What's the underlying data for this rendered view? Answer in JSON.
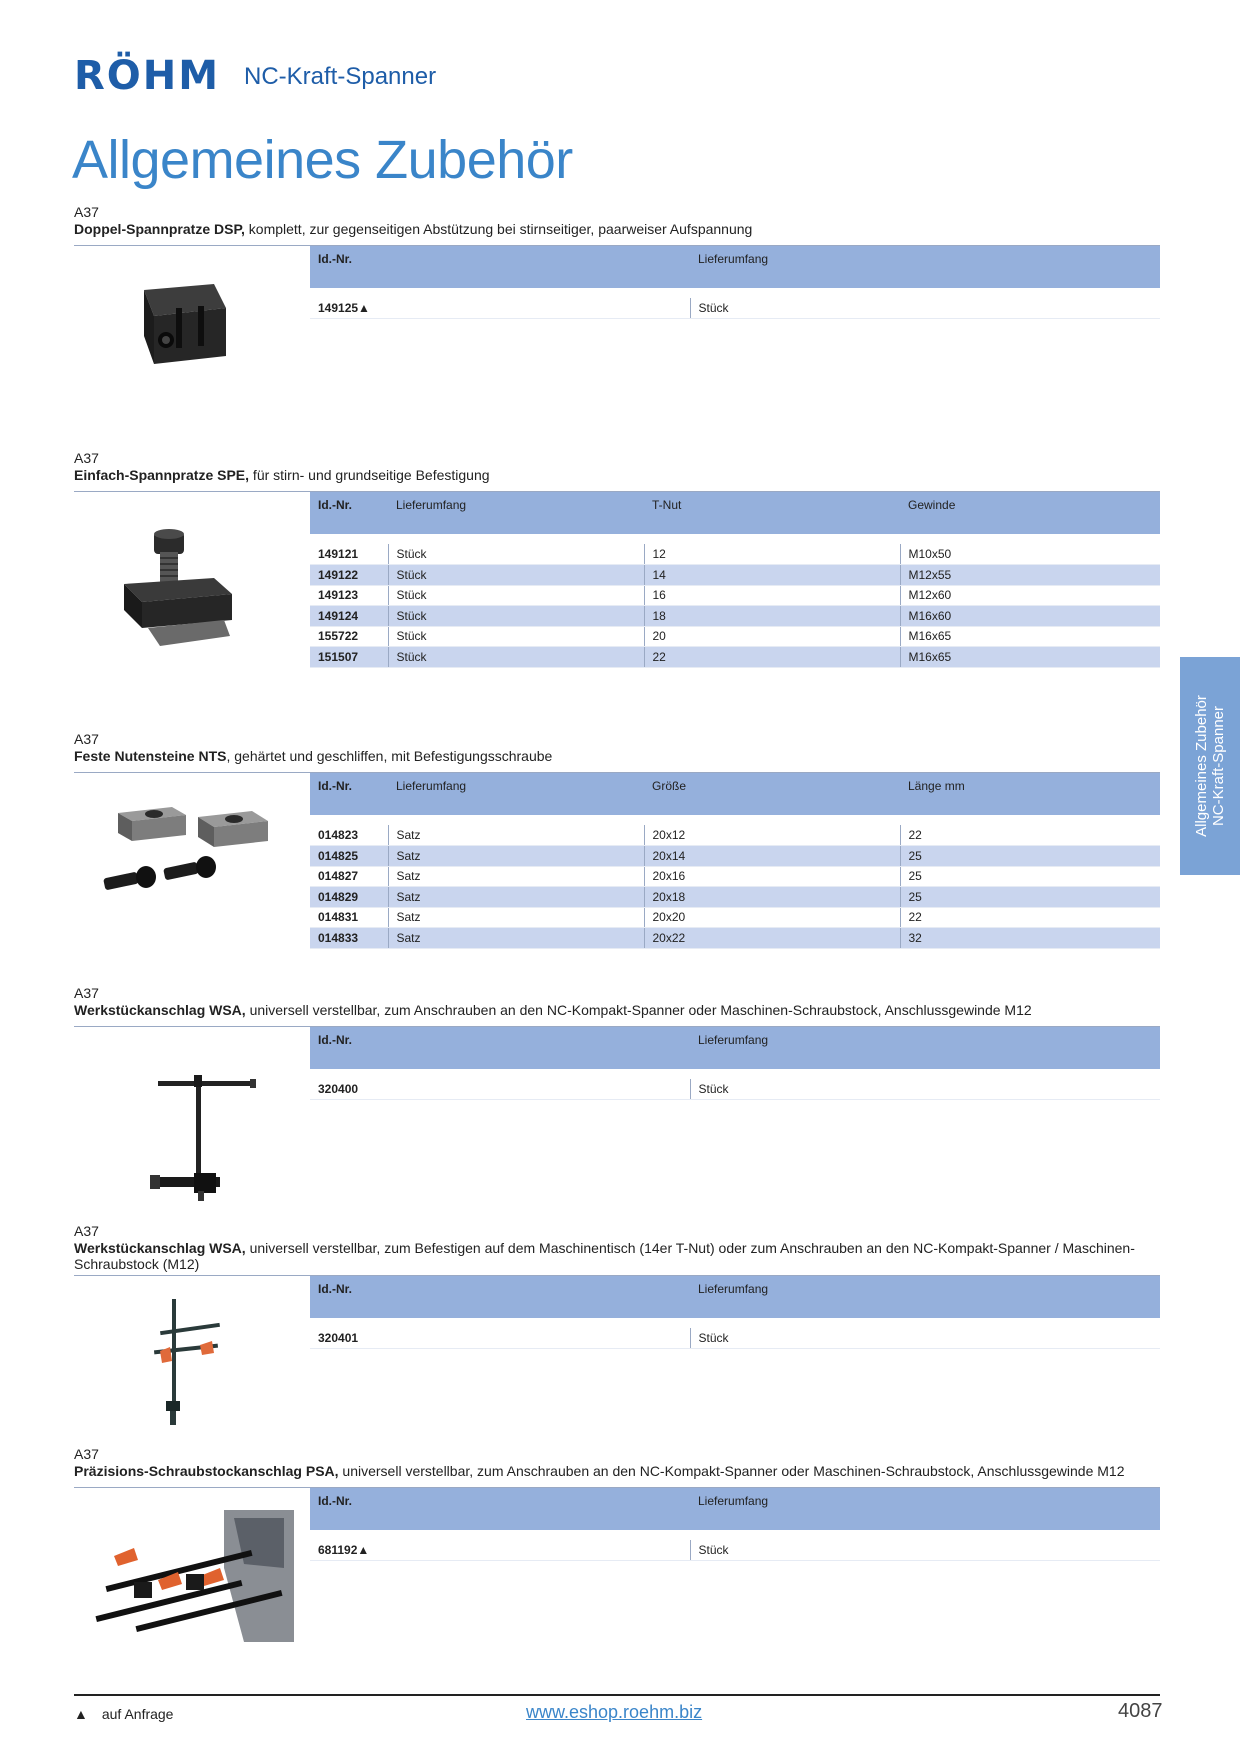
{
  "header": {
    "brand": "RÖHM",
    "series": "NC-Kraft-Spanner",
    "title": "Allgemeines Zubehör"
  },
  "side_tab": {
    "line1": "Allgemeines Zubehör",
    "line2": "NC-Kraft-Spanner"
  },
  "sections": [
    {
      "code": "A37",
      "name": "Doppel-Spannpratze DSP,",
      "text": " komplett, zur gegenseitigen Abstützung bei stirnseitiger, paarweiser Aufspannung",
      "headers": [
        "Id.-Nr.",
        "Lieferumfang"
      ],
      "rows": [
        [
          "149125▲",
          "Stück"
        ]
      ]
    },
    {
      "code": "A37",
      "name": "Einfach-Spannpratze SPE,",
      "text": " für stirn- und grundseitige Befestigung",
      "headers": [
        "Id.-Nr.",
        "Lieferumfang",
        "T-Nut",
        "Gewinde"
      ],
      "rows": [
        [
          "149121",
          "Stück",
          "12",
          "M10x50"
        ],
        [
          "149122",
          "Stück",
          "14",
          "M12x55"
        ],
        [
          "149123",
          "Stück",
          "16",
          "M12x60"
        ],
        [
          "149124",
          "Stück",
          "18",
          "M16x60"
        ],
        [
          "155722",
          "Stück",
          "20",
          "M16x65"
        ],
        [
          "151507",
          "Stück",
          "22",
          "M16x65"
        ]
      ]
    },
    {
      "code": "A37",
      "name": "Feste Nutensteine NTS",
      "text": ", gehärtet und geschliffen, mit Befestigungsschraube",
      "headers": [
        "Id.-Nr.",
        "Lieferumfang",
        "Größe",
        "Länge mm"
      ],
      "rows": [
        [
          "014823",
          "Satz",
          "20x12",
          "22"
        ],
        [
          "014825",
          "Satz",
          "20x14",
          "25"
        ],
        [
          "014827",
          "Satz",
          "20x16",
          "25"
        ],
        [
          "014829",
          "Satz",
          "20x18",
          "25"
        ],
        [
          "014831",
          "Satz",
          "20x20",
          "22"
        ],
        [
          "014833",
          "Satz",
          "20x22",
          "32"
        ]
      ]
    },
    {
      "code": "A37",
      "name": "Werkstückanschlag WSA,",
      "text": " universell verstellbar, zum Anschrauben an den NC-Kompakt-Spanner oder Maschinen-Schraubstock, Anschlussgewinde M12",
      "headers": [
        "Id.-Nr.",
        "Lieferumfang"
      ],
      "rows": [
        [
          "320400",
          "Stück"
        ]
      ]
    },
    {
      "code": "A37",
      "name": "Werkstückanschlag WSA,",
      "text": " universell verstellbar, zum Befestigen auf dem Maschinentisch (14er T-Nut) oder zum Anschrauben an den NC-Kompakt-Spanner / Maschinen-Schraubstock (M12)",
      "headers": [
        "Id.-Nr.",
        "Lieferumfang"
      ],
      "rows": [
        [
          "320401",
          "Stück"
        ]
      ]
    },
    {
      "code": "A37",
      "name": "Präzisions-Schraubstockanschlag PSA,",
      "text": " universell verstellbar, zum Anschrauben an den NC-Kompakt-Spanner oder Maschinen-Schraubstock, Anschlussgewinde M12",
      "headers": [
        "Id.-Nr.",
        "Lieferumfang"
      ],
      "rows": [
        [
          "681192▲",
          "Stück"
        ]
      ]
    }
  ],
  "footer": {
    "legend_symbol": "▲",
    "legend_text": "auf Anfrage",
    "url": "www.eshop.roehm.biz",
    "page_number": "4087"
  }
}
